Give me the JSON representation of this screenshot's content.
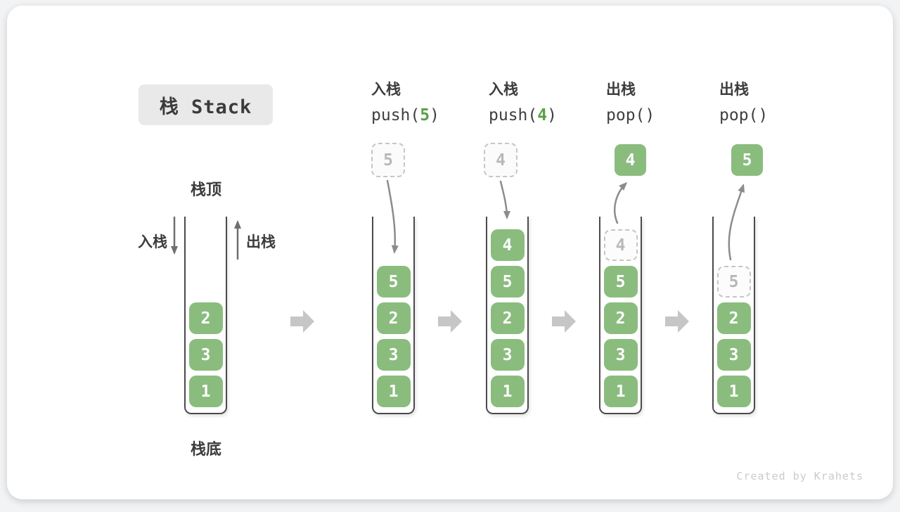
{
  "title": "栈 Stack",
  "labels": {
    "stack_top": "栈顶",
    "stack_bottom": "栈底",
    "push_side": "入栈",
    "pop_side": "出栈"
  },
  "operations": [
    {
      "label": "入栈",
      "code_pre": "push(",
      "arg": "5",
      "code_post": ")"
    },
    {
      "label": "入栈",
      "code_pre": "push(",
      "arg": "4",
      "code_post": ")"
    },
    {
      "label": "出栈",
      "code_pre": "pop(",
      "arg": "",
      "code_post": ")"
    },
    {
      "label": "出栈",
      "code_pre": "pop(",
      "arg": "",
      "code_post": ")"
    }
  ],
  "stacks": [
    {
      "name": "initial",
      "cells": [
        {
          "value": "1"
        },
        {
          "value": "3"
        },
        {
          "value": "2"
        }
      ]
    },
    {
      "name": "after-push-5",
      "cells": [
        {
          "value": "1"
        },
        {
          "value": "3"
        },
        {
          "value": "2"
        },
        {
          "value": "5"
        }
      ]
    },
    {
      "name": "after-push-4",
      "cells": [
        {
          "value": "1"
        },
        {
          "value": "3"
        },
        {
          "value": "2"
        },
        {
          "value": "5"
        },
        {
          "value": "4"
        }
      ]
    },
    {
      "name": "popping-4",
      "cells": [
        {
          "value": "1"
        },
        {
          "value": "3"
        },
        {
          "value": "2"
        },
        {
          "value": "5"
        },
        {
          "value": "4",
          "dashed": true
        }
      ]
    },
    {
      "name": "popping-5",
      "cells": [
        {
          "value": "1"
        },
        {
          "value": "3"
        },
        {
          "value": "2"
        },
        {
          "value": "5",
          "dashed": true
        }
      ]
    }
  ],
  "floating_boxes": [
    {
      "value": "5",
      "style": "dashed"
    },
    {
      "value": "4",
      "style": "dashed"
    },
    {
      "value": "4",
      "style": "solid"
    },
    {
      "value": "5",
      "style": "solid"
    }
  ],
  "watermark": "Created by Krahets",
  "colors": {
    "cell_green": "#8abc7e",
    "code_arg_green": "#58a046",
    "dashed_border": "#c6c6c6",
    "container_wall": "#4b4b4b",
    "curve_arrow": "#8c8c8c",
    "big_arrow": "#c6c6c6",
    "title_bg": "#e9e9e9",
    "text_dark": "#3c3c3c",
    "watermark_gray": "#cbcbcb"
  }
}
